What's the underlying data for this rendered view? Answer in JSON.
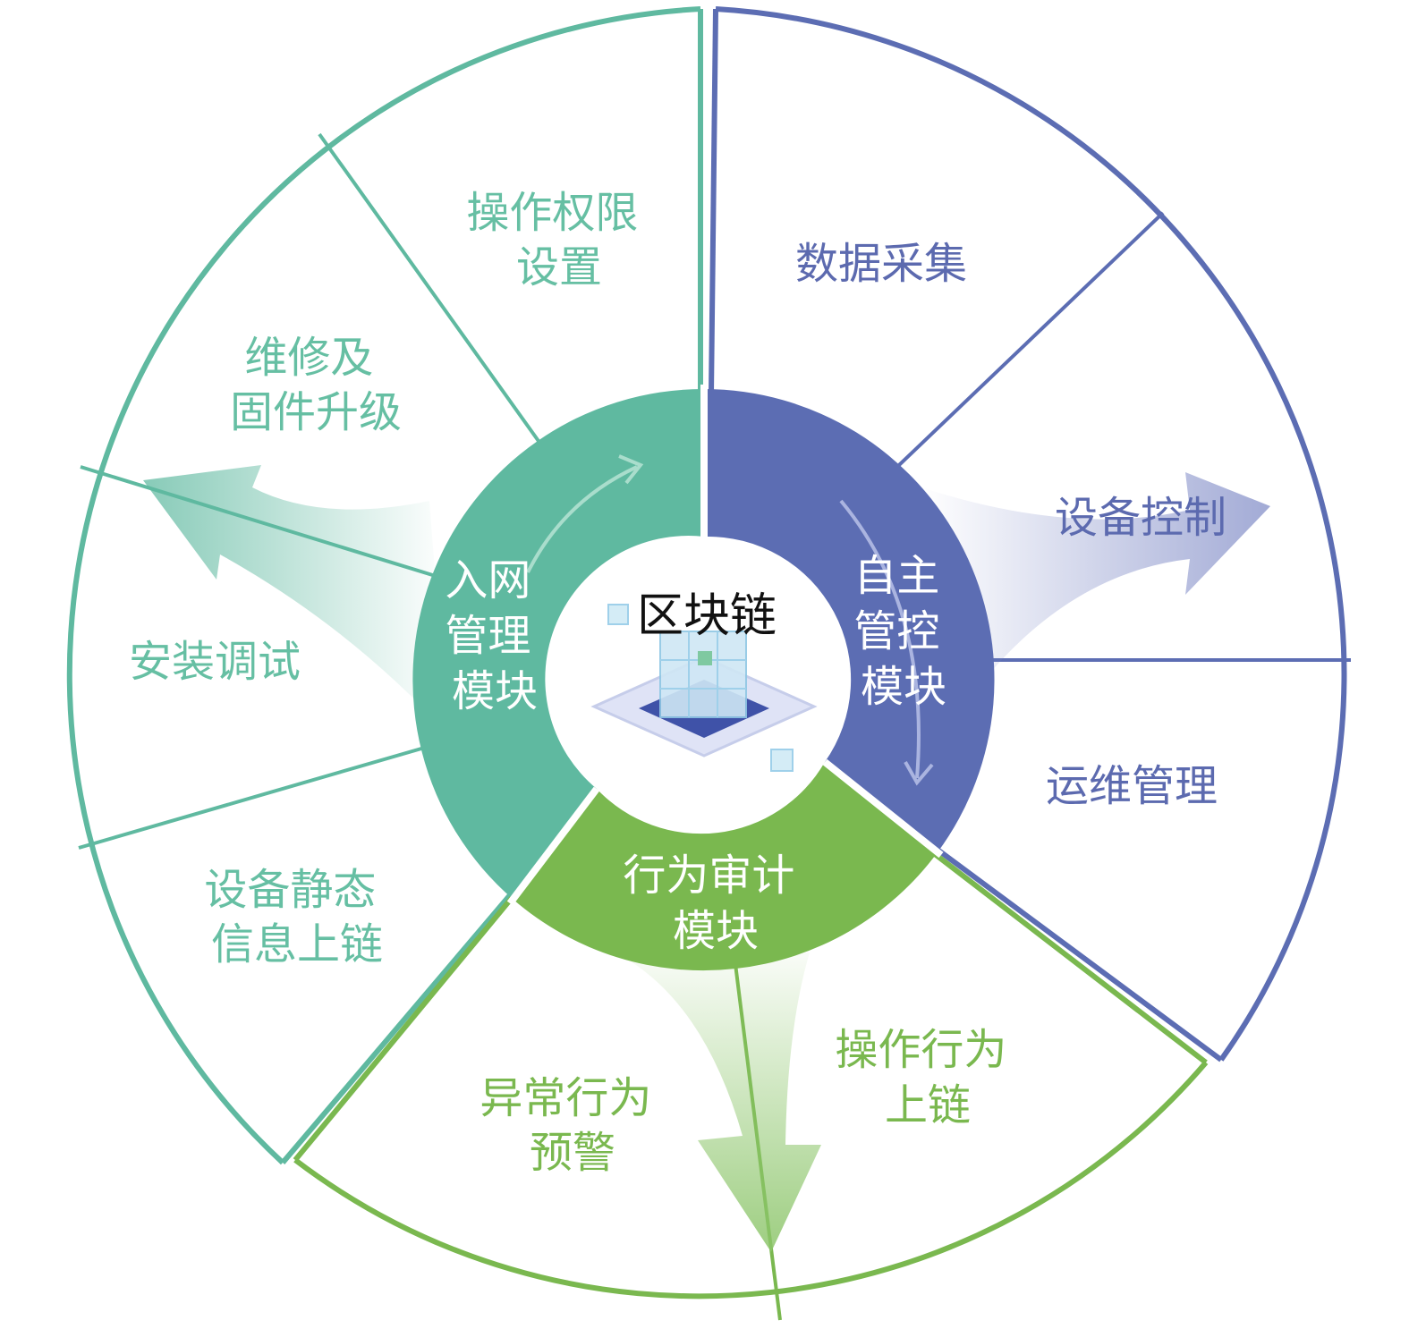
{
  "diagram": {
    "center": {
      "label": "区块链",
      "icon": "blockchain-cube-icon"
    },
    "colors": {
      "teal": "#5fb9a0",
      "blue": "#5c6db3",
      "green": "#7ab84f",
      "teal_text": "#66bfa3",
      "blue_text": "#5c6aaf",
      "green_text": "#7ab84f"
    },
    "modules": [
      {
        "id": "network",
        "lines": [
          "入网",
          "管理",
          "模块"
        ],
        "color": "#5fb9a0",
        "segments": [
          {
            "lines": [
              "操作权限",
              "设置"
            ]
          },
          {
            "lines": [
              "维修及",
              "固件升级"
            ]
          },
          {
            "lines": [
              "安装调试"
            ]
          },
          {
            "lines": [
              "设备静态",
              "信息上链"
            ]
          }
        ]
      },
      {
        "id": "control",
        "lines": [
          "自主",
          "管控",
          "模块"
        ],
        "color": "#5c6db3",
        "segments": [
          {
            "lines": [
              "数据采集"
            ]
          },
          {
            "lines": [
              "设备控制"
            ]
          },
          {
            "lines": [
              "运维管理"
            ]
          }
        ]
      },
      {
        "id": "audit",
        "lines": [
          "行为审计",
          "模块"
        ],
        "color": "#7ab84f",
        "segments": [
          {
            "lines": [
              "操作行为",
              "上链"
            ]
          },
          {
            "lines": [
              "异常行为",
              "预警"
            ]
          }
        ]
      }
    ]
  }
}
